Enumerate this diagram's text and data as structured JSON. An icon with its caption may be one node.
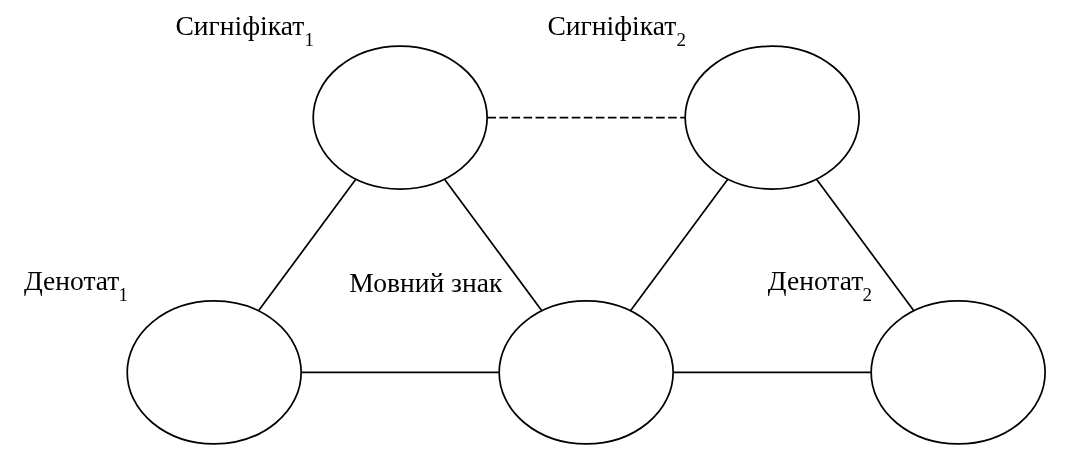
{
  "diagram": {
    "nodes": [
      {
        "text": [
          "Сигніфікат$_{1}$"
        ]
      },
      {
        "text": [
          "Сигніфікат$_{2}$"
        ]
      },
      {
        "text": [
          "Денотат$_{1}$"
        ]
      },
      {
        "text": [
          "Мовний знак"
        ]
      },
      {
        "text": [
          "Денотат$_{2}$"
        ]
      }
    ],
    "edges": [
      {
        "from": 0,
        "to": 1,
        "arrow": "none",
        "style": "dashed"
      },
      {
        "from": 0,
        "to": 2,
        "arrow": "none"
      },
      {
        "from": 0,
        "to": 3,
        "arrow": "none"
      },
      {
        "from": 1,
        "to": 3,
        "arrow": "none"
      },
      {
        "from": 1,
        "to": 4,
        "arrow": "none"
      },
      {
        "from": 2,
        "to": 3,
        "arrow": "none"
      },
      {
        "from": 3,
        "to": 4,
        "arrow": "none"
      }
    ]
  }
}
